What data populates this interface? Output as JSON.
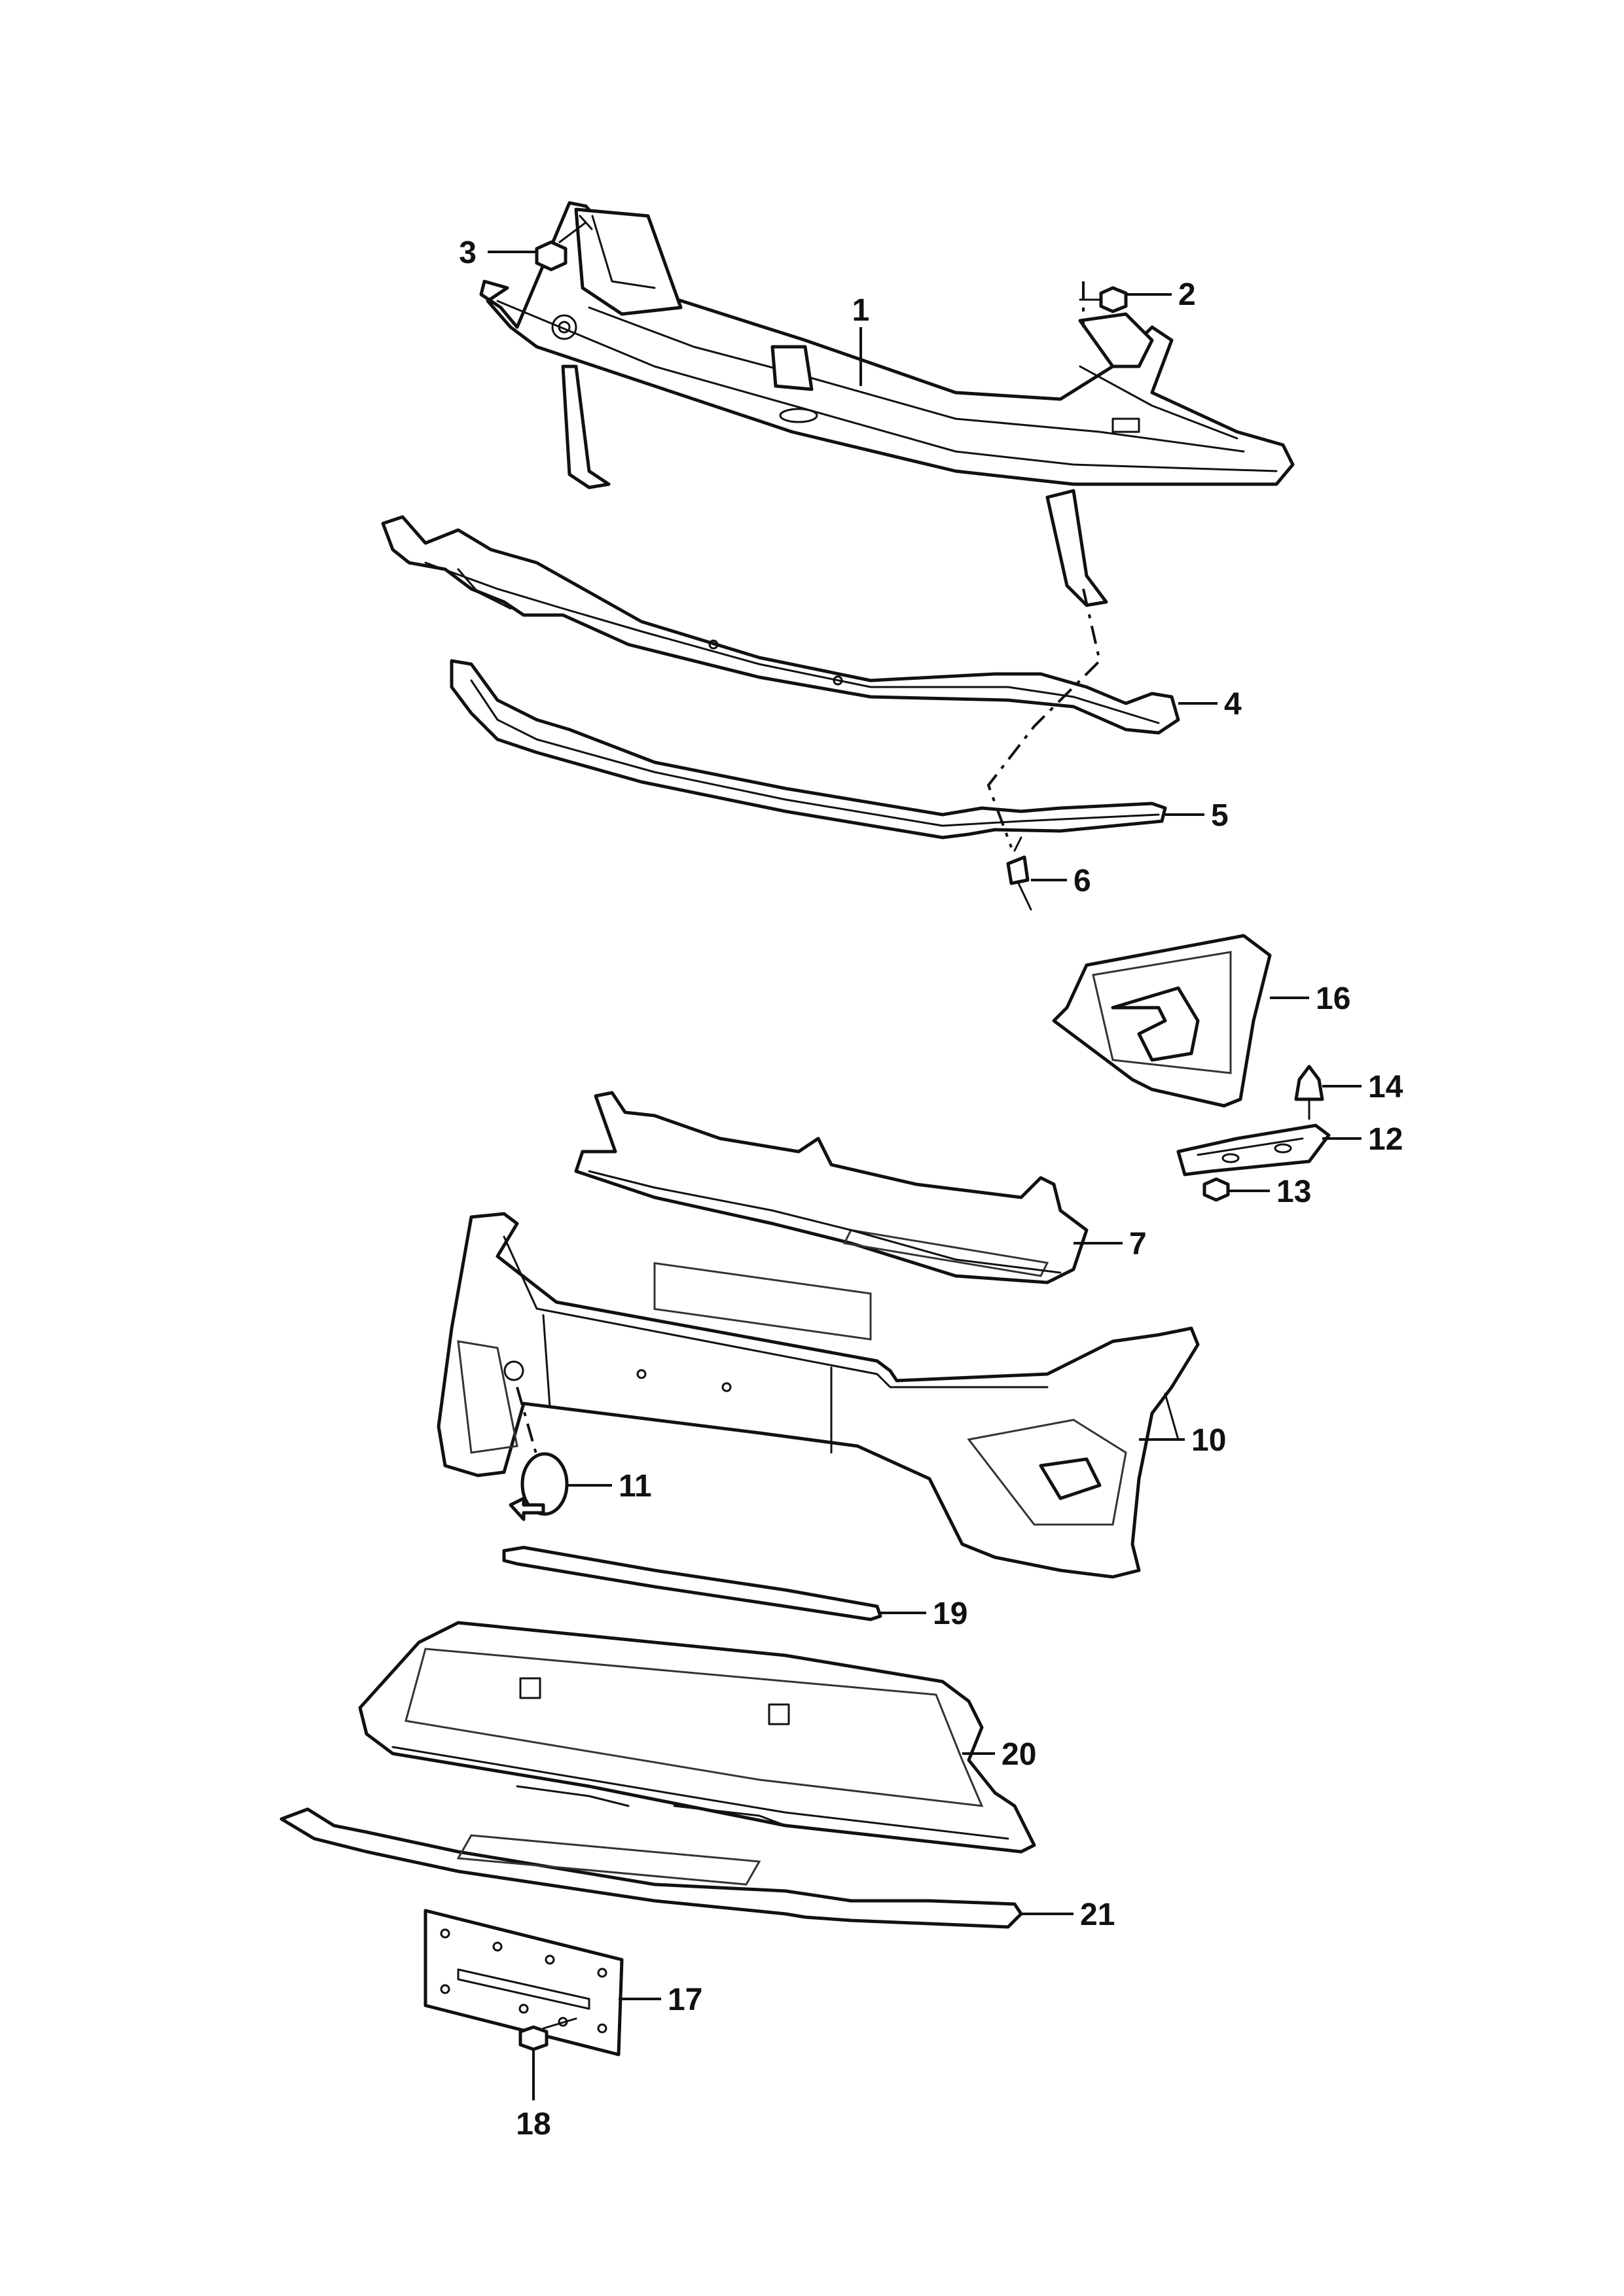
{
  "callouts": {
    "c1": "1",
    "c2": "2",
    "c3": "3",
    "c4": "4",
    "c5": "5",
    "c6": "6",
    "c7": "7",
    "c10": "10",
    "c11": "11",
    "c12": "12",
    "c13": "13",
    "c14": "14",
    "c16": "16",
    "c17": "17",
    "c18": "18",
    "c19": "19",
    "c20": "20",
    "c21": "21"
  }
}
